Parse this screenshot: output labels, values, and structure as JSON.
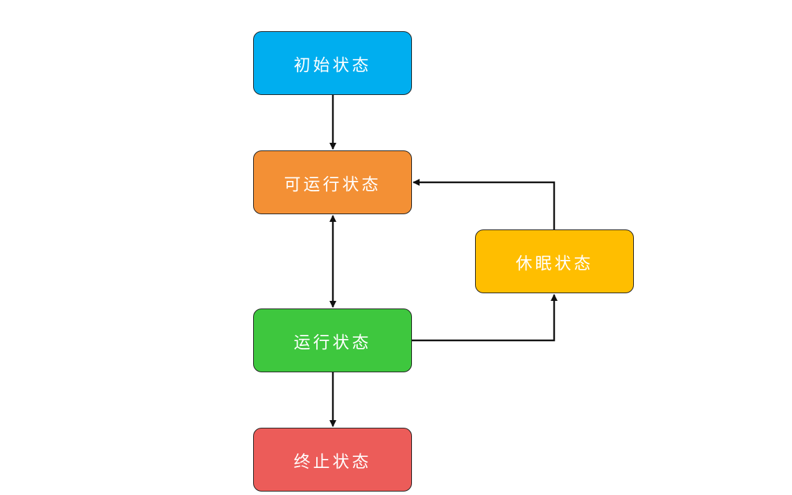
{
  "diagram": {
    "nodes": {
      "initial": {
        "label": "初始状态",
        "color": "#00aeef"
      },
      "runnable": {
        "label": "可运行状态",
        "color": "#f39035"
      },
      "running": {
        "label": "运行状态",
        "color": "#3ec73e"
      },
      "terminated": {
        "label": "终止状态",
        "color": "#ec5c59"
      },
      "sleep": {
        "label": "休眠状态",
        "color": "#ffbe00"
      }
    },
    "edges": [
      {
        "from": "initial",
        "to": "runnable",
        "direction": "forward"
      },
      {
        "from": "runnable",
        "to": "running",
        "direction": "both"
      },
      {
        "from": "running",
        "to": "terminated",
        "direction": "forward"
      },
      {
        "from": "running",
        "to": "sleep",
        "direction": "forward"
      },
      {
        "from": "sleep",
        "to": "runnable",
        "direction": "forward"
      }
    ]
  }
}
